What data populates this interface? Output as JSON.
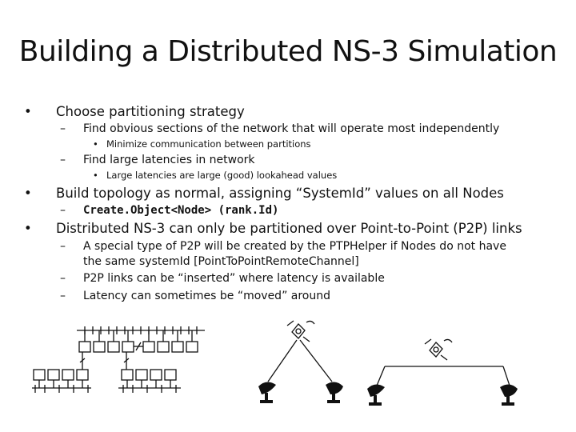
{
  "slide": {
    "title": "Building a Distributed NS-3 Simulation",
    "bullets": [
      {
        "marker": "•",
        "text": "Choose partitioning strategy"
      },
      {
        "marker": "–",
        "text": "Find obvious sections of the network that will operate most independently"
      },
      {
        "marker": "•",
        "text": "Minimize communication between partitions"
      },
      {
        "marker": "–",
        "text": "Find large latencies in network"
      },
      {
        "marker": "•",
        "text": "Large latencies are large (good) lookahead values"
      },
      {
        "marker": "•",
        "text": "Build topology as normal, assigning “SystemId” values on all Nodes"
      },
      {
        "marker": "–",
        "text": "Create.Object<Node> (rank.Id)"
      },
      {
        "marker": "•",
        "text": "Distributed NS-3 can only be partitioned over Point-to-Point (P2P) links"
      },
      {
        "marker": "–",
        "text": "A special type of P2P will be created by the PTPHelper if Nodes do not have"
      },
      {
        "marker": "",
        "text": "the same systemId [PointToPointRemoteChannel]"
      },
      {
        "marker": "–",
        "text": "P2P links can be “inserted” where latency  is available"
      },
      {
        "marker": "–",
        "text": "Latency can sometimes be “moved” around"
      }
    ]
  }
}
